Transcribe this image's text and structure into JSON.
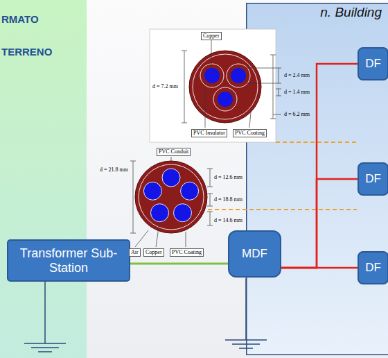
{
  "diagram": {
    "nodes": [
      {
        "text": [
          "n. Building"
        ]
      },
      {
        "text": [
          "DF"
        ],
        "in": 0
      },
      {
        "text": [
          "DF"
        ],
        "in": 0
      },
      {
        "text": [
          "MDF"
        ],
        "in": 0
      },
      {
        "text": [
          "DF"
        ],
        "in": 0
      },
      {
        "text": [
          "Transformer Sub-Station"
        ]
      }
    ],
    "edges": [
      {
        "from": 5,
        "to": 3,
        "arrow": "none"
      },
      {
        "from": 3,
        "to": 1,
        "arrow": "none"
      },
      {
        "from": 3,
        "to": 2,
        "arrow": "none"
      },
      {
        "from": 3,
        "to": 4,
        "arrow": "none"
      }
    ],
    "labels": [
      "RMATO",
      "TERRENO",
      "Copper",
      "d = 7.2 mm",
      "d = 2.4 mm",
      "d = 1.4 mm",
      "d = 6.2 mm",
      "PVC Insulator",
      "PVC Coating",
      "PVC Conduit",
      "d = 21.8 mm",
      "d = 12.6 mm",
      "d = 18.8 mm",
      "d = 14.6 mm",
      "Air",
      "Copper",
      "PVC Coating"
    ]
  }
}
